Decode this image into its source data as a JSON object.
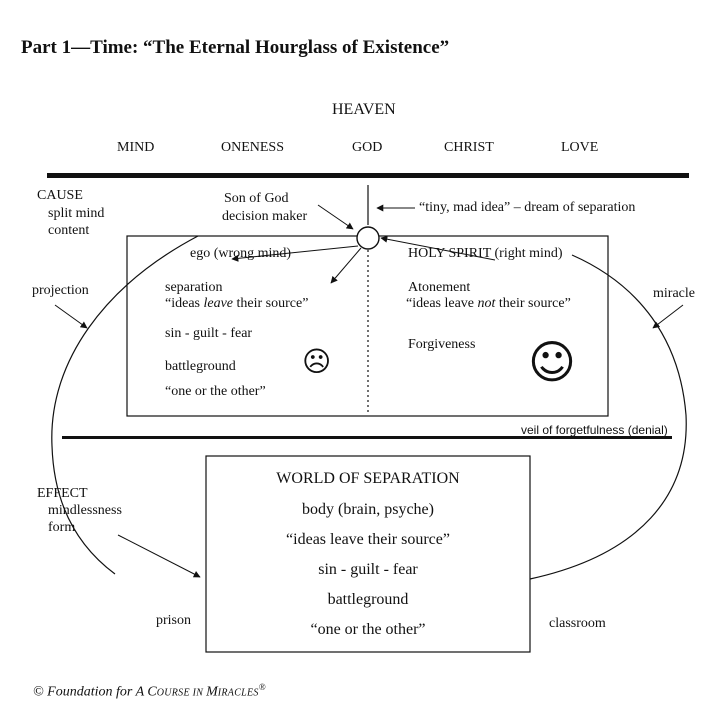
{
  "title": "Part 1—Time: “The Eternal Hourglass of Existence”",
  "heaven": {
    "label": "HEAVEN",
    "terms": [
      "MIND",
      "ONENESS",
      "GOD",
      "CHRIST",
      "LOVE"
    ]
  },
  "cause": {
    "heading": "CAUSE",
    "line1": "split mind",
    "line2": "content"
  },
  "son_of_god": {
    "line1": "Son of God",
    "line2": "decision maker"
  },
  "tiny_mad_idea": "“tiny, mad idea” – dream of separation",
  "projection": "projection",
  "miracle": "miracle",
  "ego_side": {
    "heading": "ego (wrong mind)",
    "separation": "separation",
    "quote_pre": "“ideas ",
    "quote_em": "leave",
    "quote_post": " their source”",
    "sin": "sin - guilt - fear",
    "battleground": "battleground",
    "either": "“one or the other”",
    "face": "☹"
  },
  "holy_spirit_side": {
    "heading": "HOLY SPIRIT (right mind)",
    "atonement": "Atonement",
    "quote_pre": "“ideas leave ",
    "quote_em": "not",
    "quote_post": " their source”",
    "forgiveness": "Forgiveness",
    "face": "☺"
  },
  "veil": "veil of forgetfulness (denial)",
  "effect": {
    "heading": "EFFECT",
    "line1": "mindlessness",
    "line2": "form"
  },
  "world": {
    "heading": "WORLD OF SEPARATION",
    "items": [
      "body (brain, psyche)",
      "“ideas leave their source”",
      "sin - guilt - fear",
      "battleground",
      "“one or the other”"
    ]
  },
  "prison": "prison",
  "classroom": "classroom",
  "copyright": {
    "pre": "© Foundation for ",
    "a": "A C",
    "ourse": "OURSE IN ",
    "m": "M",
    "iracles": "IRACLES",
    "reg": "®"
  }
}
